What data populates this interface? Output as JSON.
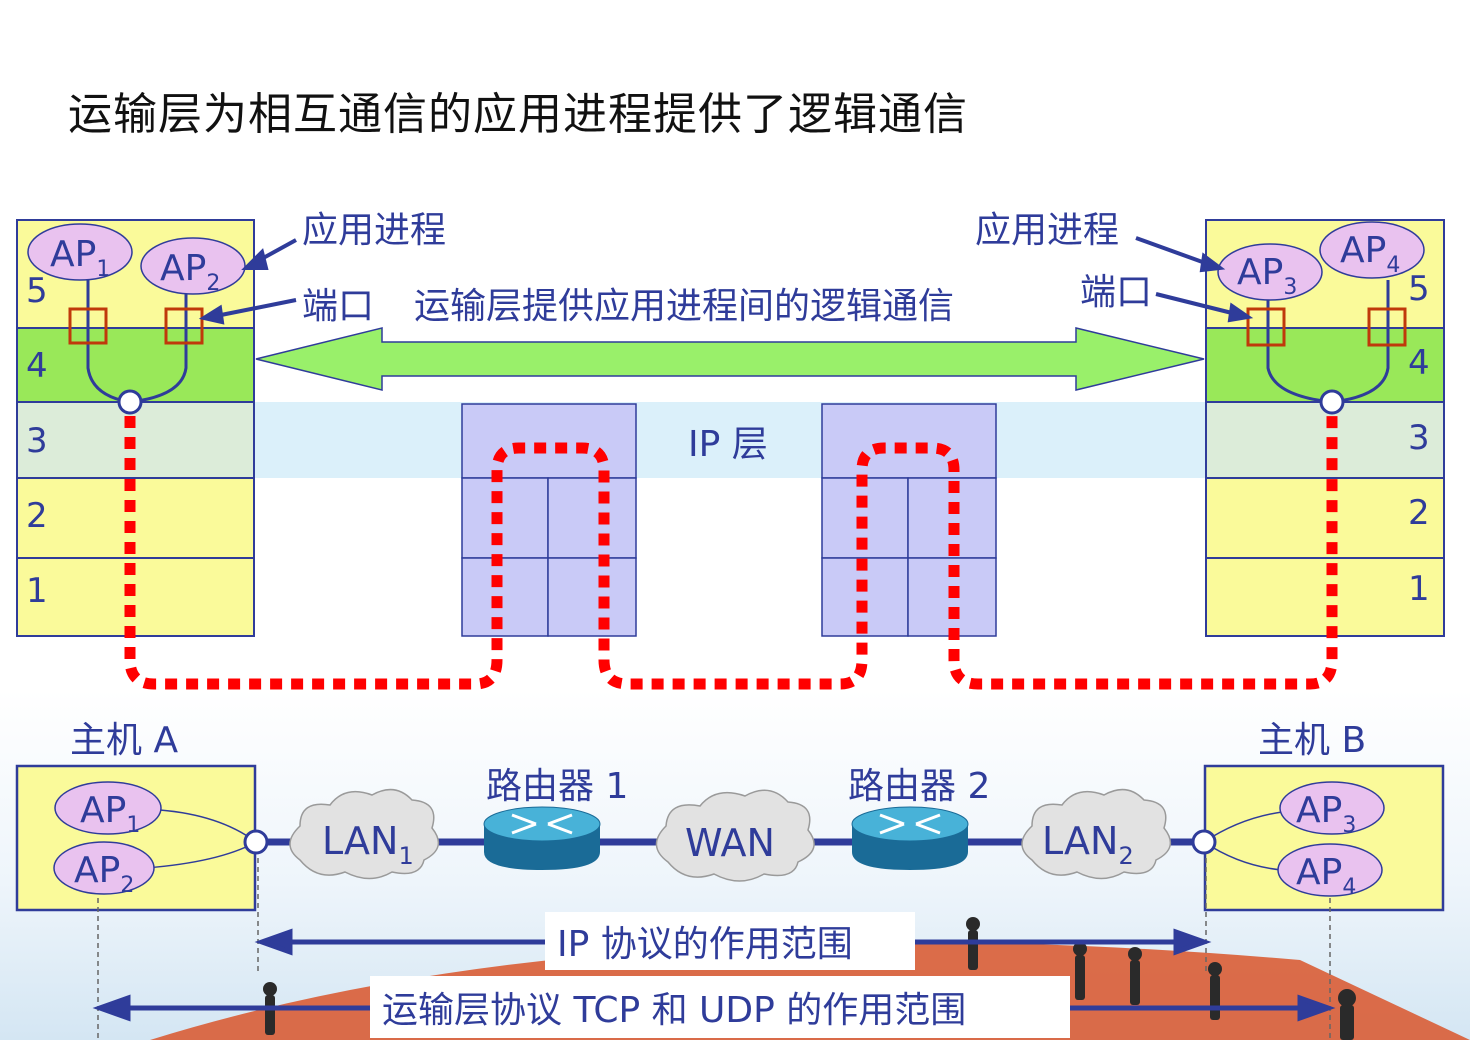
{
  "title": "运输层为相互通信的应用进程提供了逻辑通信",
  "colors": {
    "yellow": "#fafa9a",
    "green": "#99e859",
    "ip_band": "#dbf0fa",
    "router_box": "#c9caf7",
    "blue": "#2f3c9a",
    "red_dots": "#ff0000",
    "port_box": "#c0390b",
    "ap_fill": "#e9c2ef"
  },
  "host_left": {
    "layers": [
      "5",
      "4",
      "3",
      "2",
      "1"
    ],
    "ap_top": {
      "base": "AP",
      "sub": "1"
    },
    "ap_bottom": {
      "base": "AP",
      "sub": "2"
    }
  },
  "host_right": {
    "layers": [
      "5",
      "4",
      "3",
      "2",
      "1"
    ],
    "ap_top": {
      "base": "AP",
      "sub": "3"
    },
    "ap_bottom": {
      "base": "AP",
      "sub": "4"
    }
  },
  "labels": {
    "app_process_left": "应用进程",
    "port_left": "端口",
    "app_process_right": "应用进程",
    "port_right": "端口",
    "transport_logical": "运输层提供应用进程间的逻辑通信",
    "ip_layer": "IP 层",
    "host_a": "主机 A",
    "host_b": "主机 B",
    "router1": "路由器 1",
    "router2": "路由器 2",
    "lan1": {
      "base": "LAN",
      "sub": "1"
    },
    "wan": "WAN",
    "lan2": {
      "base": "LAN",
      "sub": "2"
    },
    "ip_scope": "IP 协议的作用范围",
    "tcp_udp_scope": "运输层协议 TCP 和 UDP 的作用范围"
  },
  "bottom_host_a": {
    "ap_top": {
      "base": "AP",
      "sub": "1"
    },
    "ap_bottom": {
      "base": "AP",
      "sub": "2"
    }
  },
  "bottom_host_b": {
    "ap_top": {
      "base": "AP",
      "sub": "3"
    },
    "ap_bottom": {
      "base": "AP",
      "sub": "4"
    }
  }
}
